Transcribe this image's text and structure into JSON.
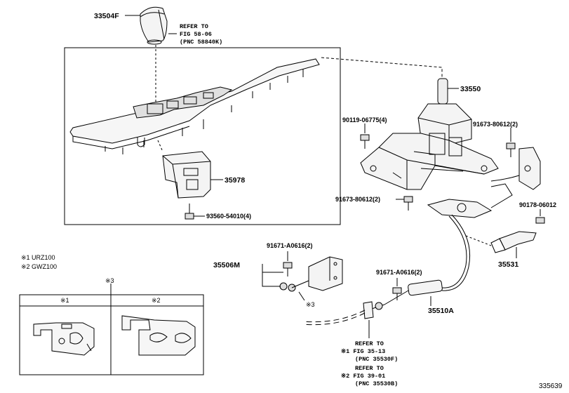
{
  "diagram_id": "335639",
  "notes": {
    "n1": "※1 URZ100",
    "n2": "※2 GWZ100"
  },
  "parts": {
    "p33504F": "33504F",
    "p33550": "33550",
    "p35978": "35978",
    "p93560": "93560-54010(4)",
    "p90119": "90119-06775(4)",
    "p91673a": "91673-80612(2)",
    "p91673b": "91673-80612(2)",
    "p90178": "90178-06012",
    "p35531": "35531",
    "p35506M": "35506M",
    "p91671a": "91671-A0616(2)",
    "p91671b": "91671-A0616(2)",
    "p35510A": "35510A"
  },
  "refs": {
    "r1": {
      "l1": "REFER TO",
      "l2": "FIG 58-06",
      "l3": "(PNC 58840K)"
    },
    "r2": {
      "l1": "REFER TO",
      "l2": "※1 FIG 35-13",
      "l3": "(PNC 35530F)"
    },
    "r3": {
      "l1": "REFER TO",
      "l2": "※2 FIG 39-01",
      "l3": "(PNC 35530B)"
    }
  },
  "inset": {
    "mark": "※3",
    "col1": "※1",
    "col2": "※2"
  },
  "callout_mark": "※3"
}
